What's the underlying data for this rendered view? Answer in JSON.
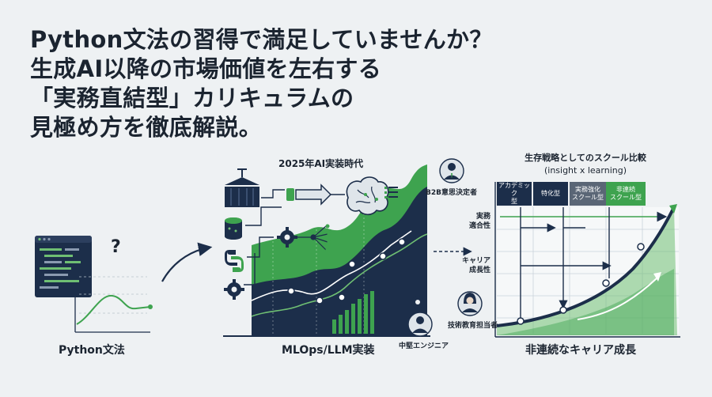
{
  "headline": {
    "line1": "Python文法の習得で満足していませんか？",
    "line2": "生成AI以降の市場価値を左右する",
    "line3": "「実務直結型」カリキュラムの",
    "line4": "見極め方を徹底解説。"
  },
  "left_panel": {
    "question_mark": "?",
    "label": "Python文法"
  },
  "middle_panel": {
    "era_title": "2025年AI実装時代",
    "label": "MLOps/LLM実装",
    "persona_top": "B2B意思決定者",
    "persona_bottom": "中堅エンジニア"
  },
  "right_panel": {
    "title_line1": "生存戦略としてのスクール比較",
    "title_line2": "(insight x learning)",
    "columns": [
      {
        "label": "アカデミック\n型",
        "color": "#1c2e4a"
      },
      {
        "label": "特化型",
        "color": "#1c2e4a"
      },
      {
        "label": "実務強化\nスクール型",
        "color": "#5a6676"
      },
      {
        "label": "非連続\nスクール型",
        "color": "#3ea34f"
      }
    ],
    "row_practical": "実務\n適合性",
    "row_career": "キャリア\n成長性",
    "persona": "技術教育担当者",
    "label": "非連続なキャリア成長"
  },
  "colors": {
    "navy": "#1c2e4a",
    "green": "#3ea34f",
    "light_green": "#6fbf73",
    "background": "#eef1f3"
  }
}
